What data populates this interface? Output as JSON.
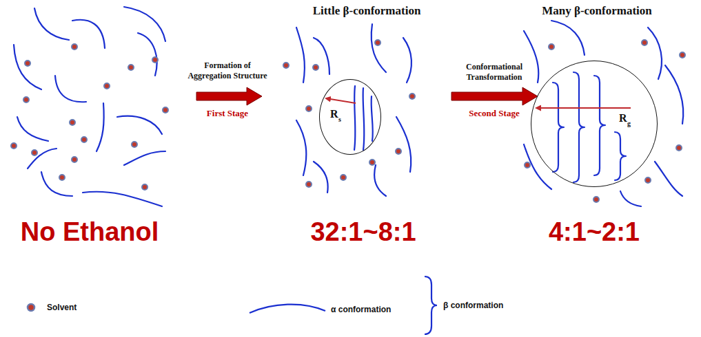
{
  "diagram": {
    "nodes": [
      {
        "text": [
          "R",
          "s"
        ]
      },
      {
        "text": [
          "R",
          "g"
        ]
      }
    ],
    "labels": [
      "Little β-conformation",
      "Many β-conformation",
      "Formation of Aggregation Structure",
      "First Stage",
      "Conformational Transformation",
      "Second Stage",
      "No Ethanol",
      "32:1~8:1",
      "4:1~2:1"
    ],
    "legend": [
      {
        "text": "Solvent"
      },
      {
        "text": "α conformation"
      },
      {
        "text": "β conformation"
      }
    ]
  }
}
